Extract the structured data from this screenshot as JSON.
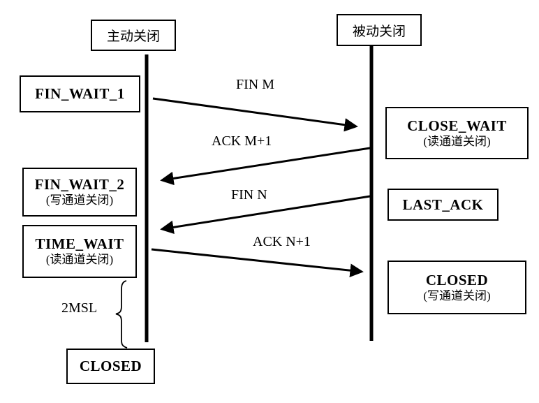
{
  "diagram": {
    "description": "TCP four-way close handshake sequence diagram",
    "colors": {
      "background": "#ffffff",
      "line": "#000000"
    },
    "headers": {
      "active": "主动关闭",
      "passive": "被动关闭"
    },
    "left_states": [
      {
        "name": "FIN_WAIT_1",
        "note": ""
      },
      {
        "name": "FIN_WAIT_2",
        "note": "(写通道关闭)"
      },
      {
        "name": "TIME_WAIT",
        "note": "(读通道关闭)"
      },
      {
        "name": "CLOSED",
        "note": ""
      }
    ],
    "right_states": [
      {
        "name": "CLOSE_WAIT",
        "note": "(读通道关闭)"
      },
      {
        "name": "LAST_ACK",
        "note": ""
      },
      {
        "name": "CLOSED",
        "note": "(写通道关闭)"
      }
    ],
    "messages": [
      {
        "label": "FIN M",
        "direction": "left-to-right"
      },
      {
        "label": "ACK M+1",
        "direction": "right-to-left"
      },
      {
        "label": "FIN N",
        "direction": "right-to-left"
      },
      {
        "label": "ACK N+1",
        "direction": "left-to-right"
      }
    ],
    "timer": {
      "label": "2MSL"
    }
  }
}
